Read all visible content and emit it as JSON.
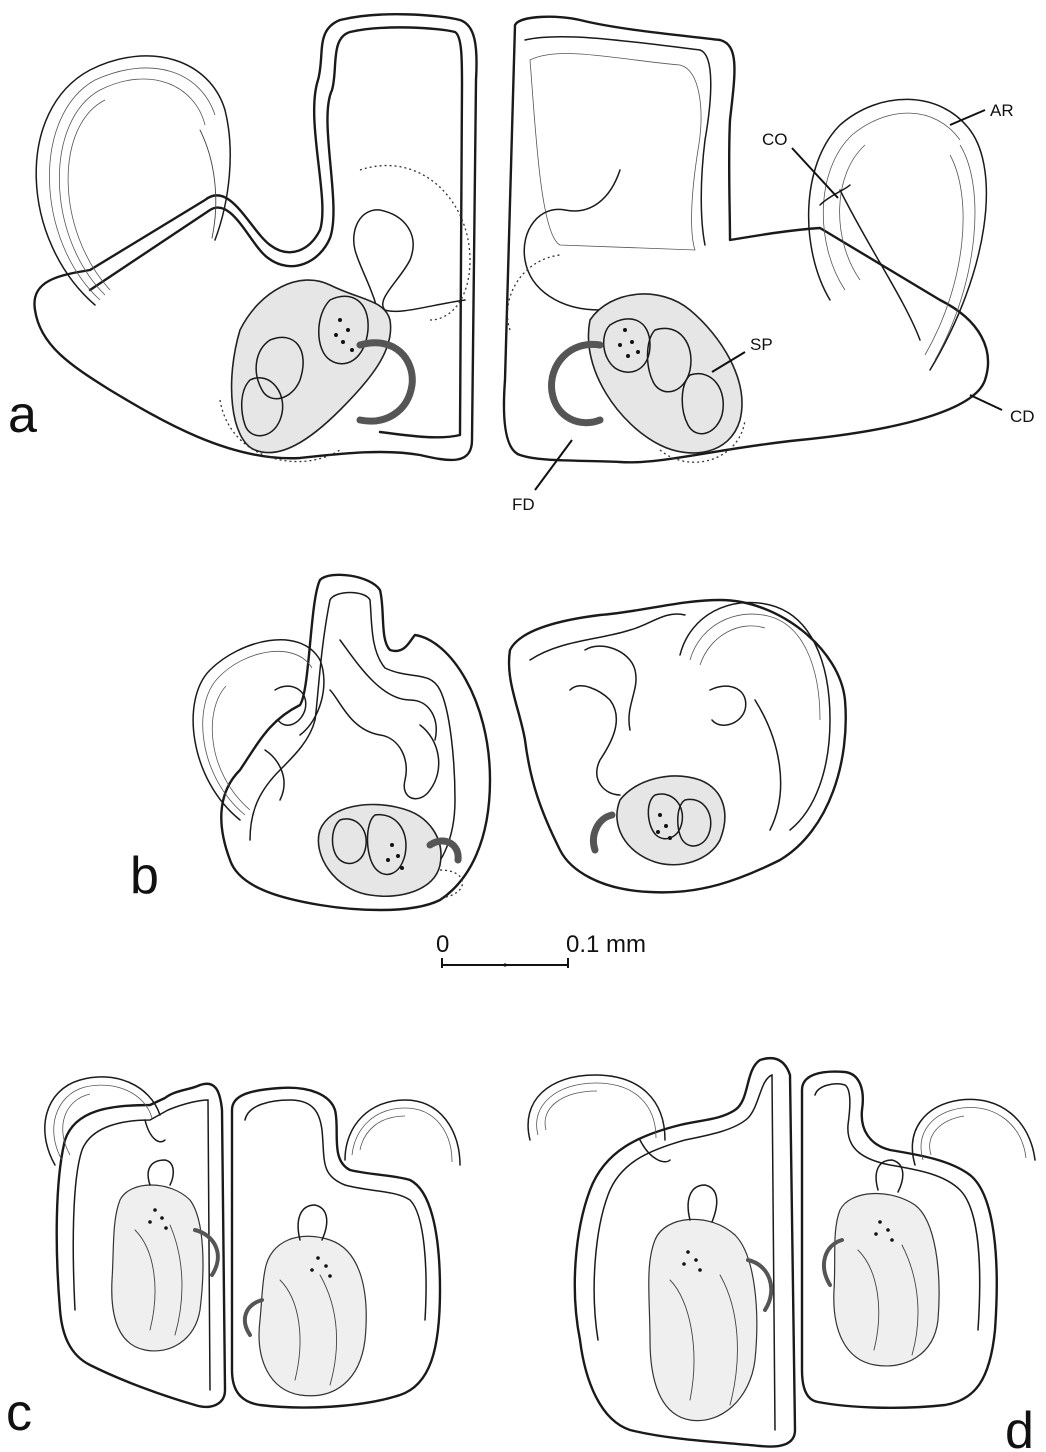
{
  "panels": {
    "a": "a",
    "b": "b",
    "c": "c",
    "d": "d"
  },
  "labels": {
    "AR": "AR",
    "CO": "CO",
    "SP": "SP",
    "CD": "CD",
    "FD": "FD"
  },
  "scale_bar": {
    "start": "0",
    "end": "0.1 mm"
  }
}
